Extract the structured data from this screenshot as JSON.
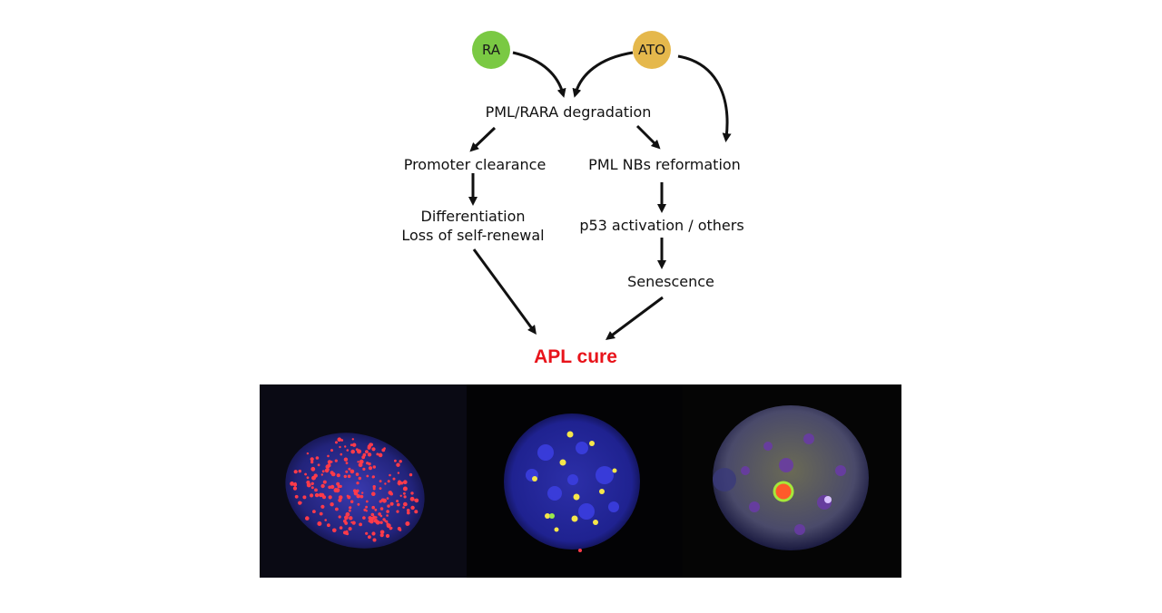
{
  "diagram": {
    "inputs": {
      "ra": {
        "label": "RA",
        "color": "#7ac943"
      },
      "ato": {
        "label": "ATO",
        "color": "#e5b84c"
      }
    },
    "steps": {
      "degradation": "PML/RARA degradation",
      "promoter_clearance": "Promoter clearance",
      "differentiation_line1": "Differentiation",
      "differentiation_line2": "Loss of self-renewal",
      "nb_reformation": "PML NBs reformation",
      "p53_activation": "p53 activation / others",
      "senescence": "Senescence"
    },
    "outcome": {
      "label": "APL cure",
      "color": "#e8141b"
    }
  },
  "micrographs": {
    "panels": [
      {
        "description_icon": "cell-red-speckles-icon"
      },
      {
        "description_icon": "cell-yellow-bodies-icon"
      },
      {
        "description_icon": "cell-ring-body-icon"
      }
    ]
  }
}
